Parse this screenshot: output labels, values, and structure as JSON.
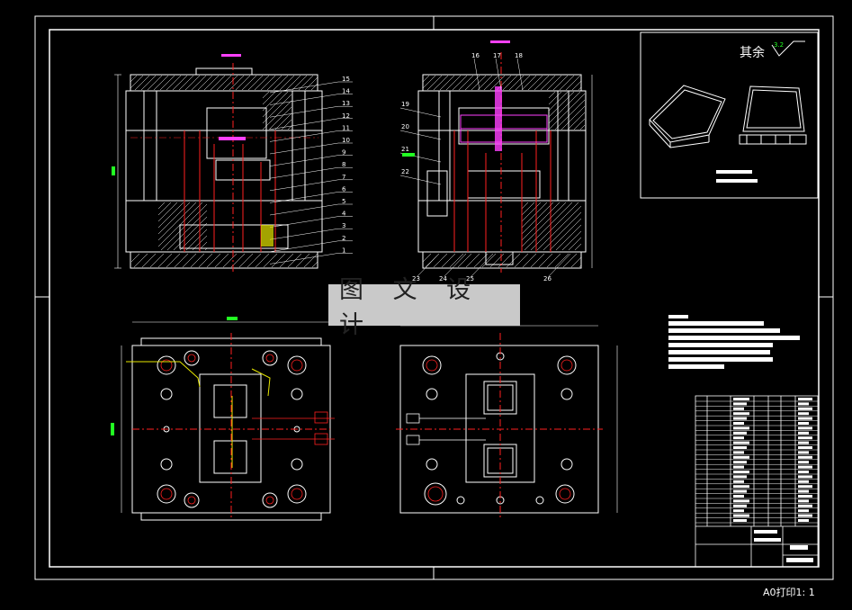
{
  "banner": {
    "text": "图 文 设 计"
  },
  "surface_note": {
    "label": "其余",
    "roughness": "3.2"
  },
  "print_note": "A0打印1: 1",
  "section_labels": {
    "view_a": [
      "15",
      "14",
      "13",
      "12",
      "11",
      "10",
      "9",
      "8",
      "7",
      "6",
      "5",
      "4",
      "3",
      "2",
      "1"
    ],
    "view_b_top": [
      "16",
      "17",
      "18"
    ],
    "view_b_left": [
      "19",
      "20",
      "21",
      "22"
    ],
    "view_b_bottom": [
      "23",
      "24",
      "25",
      "26"
    ]
  },
  "colors": {
    "line": "#ffffff",
    "red": "#ff2020",
    "magenta": "#ff40ff",
    "yellow": "#e8e800",
    "green": "#20ff20",
    "frame": "#ffffff"
  }
}
